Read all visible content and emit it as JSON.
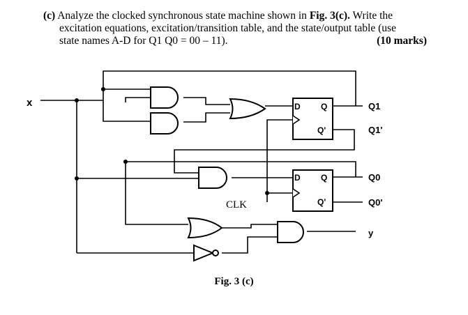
{
  "question": {
    "part": "(c)",
    "intro": "Analyze the clocked synchronous state machine shown in",
    "fig_ref": "Fig. 3(c).",
    "line1_end": "Write the",
    "line2": "excitation equations, excitation/transition table, and the state/output table (use",
    "line3": "state names A-D for Q1 Q0 = 00 – 11).",
    "marks": "(10 marks)"
  },
  "diagram": {
    "input_x": "x",
    "clock": "CLK",
    "ff_d": "D",
    "ff_q": "Q",
    "ff_qbar": "Q'",
    "q1": "Q1",
    "q1_bar": "Q1'",
    "q0": "Q0",
    "q0_bar": "Q0'",
    "output_y": "y"
  },
  "caption": "Fig. 3 (c)"
}
